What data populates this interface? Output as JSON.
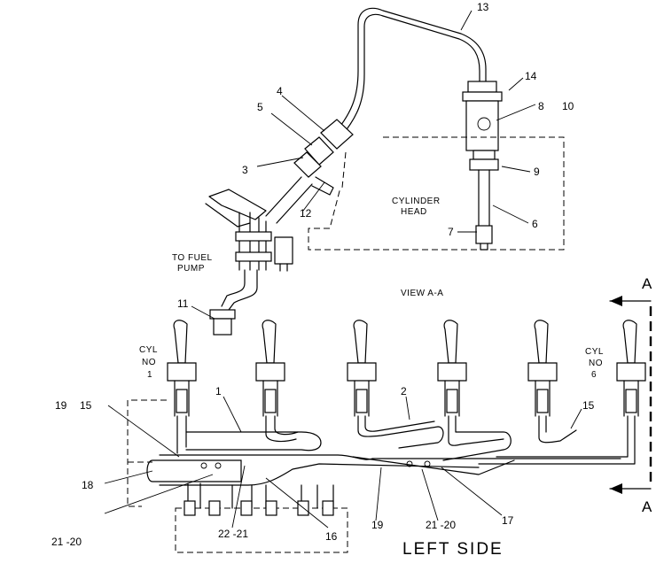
{
  "labels": {
    "n1": "1",
    "n2": "2",
    "n3": "3",
    "n4": "4",
    "n5": "5",
    "n6": "6",
    "n7": "7",
    "n8": "8",
    "n9": "9",
    "n10": "10",
    "n11": "11",
    "n12": "12",
    "n13": "13",
    "n14": "14",
    "n15a": "15",
    "n15b": "15",
    "n16": "16",
    "n17": "17",
    "n18": "18",
    "n19a": "19",
    "n19b": "19",
    "n21_20a": "21 -20",
    "n21_20b": "21 -20",
    "n22_21": "22 -21"
  },
  "texts": {
    "to_fuel": "TO FUEL",
    "pump": "PUMP",
    "cylinder": "CYLINDER",
    "head": "HEAD",
    "view": "VIEW A-A",
    "cyl_left_1": "CYL",
    "cyl_left_2": "NO",
    "cyl_left_3": "1",
    "cyl_right_1": "CYL",
    "cyl_right_2": "NO",
    "cyl_right_3": "6",
    "left_side": "LEFT SIDE",
    "section_top": "A",
    "section_bottom": "A"
  }
}
